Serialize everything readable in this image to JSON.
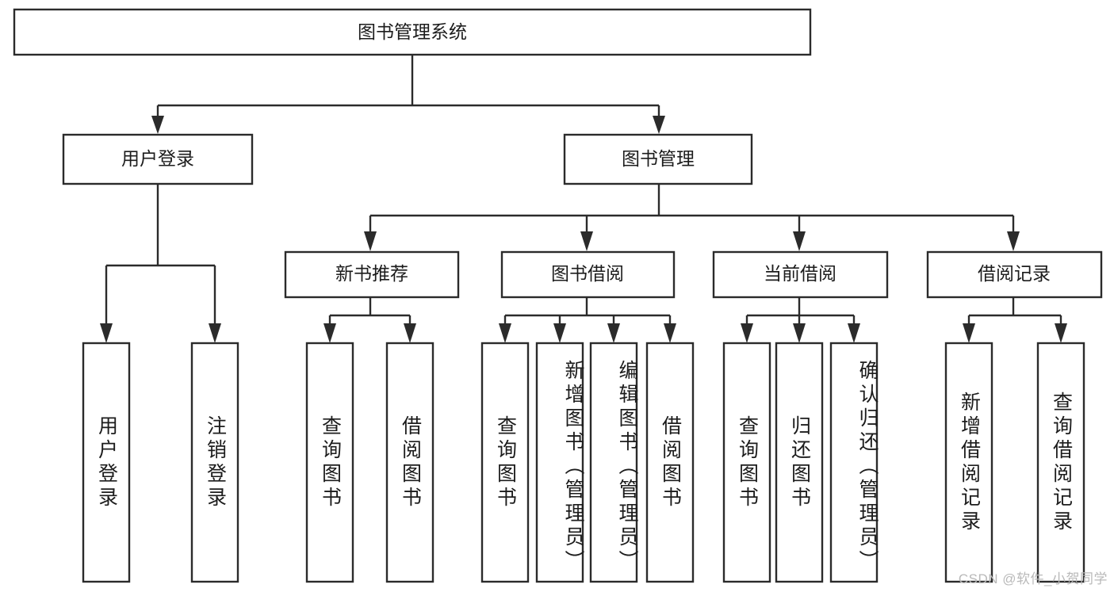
{
  "diagram": {
    "type": "tree-flowchart",
    "title": "图书管理系统",
    "watermark": "CSDN @软件_小贺同学",
    "colors": {
      "stroke": "#2b2b2b",
      "fill": "#ffffff",
      "text": "#1c1c1c",
      "watermark": "#b9b9b9",
      "background": "#ffffff"
    },
    "levels": {
      "root_label": "图书管理系统",
      "level2": [
        {
          "id": "user-login",
          "label": "用户登录"
        },
        {
          "id": "book-manage",
          "label": "图书管理"
        }
      ],
      "level3": [
        {
          "id": "new-book-recommend",
          "label": "新书推荐",
          "parent": "book-manage"
        },
        {
          "id": "book-borrow",
          "label": "图书借阅",
          "parent": "book-manage"
        },
        {
          "id": "current-borrow",
          "label": "当前借阅",
          "parent": "book-manage"
        },
        {
          "id": "borrow-record",
          "label": "借阅记录",
          "parent": "book-manage"
        }
      ],
      "leaves": [
        {
          "id": "leaf-user-login",
          "label": "用户登录",
          "parent": "user-login"
        },
        {
          "id": "leaf-logout-login",
          "label": "注销登录",
          "parent": "user-login"
        },
        {
          "id": "leaf-query-book-1",
          "label": "查询图书",
          "parent": "new-book-recommend"
        },
        {
          "id": "leaf-borrow-book-1",
          "label": "借阅图书",
          "parent": "new-book-recommend"
        },
        {
          "id": "leaf-query-book-2",
          "label": "查询图书",
          "parent": "book-borrow"
        },
        {
          "id": "leaf-add-book",
          "label": "新增图书（管理员）",
          "parent": "book-borrow"
        },
        {
          "id": "leaf-edit-book",
          "label": "编辑图书（管理员）",
          "parent": "book-borrow"
        },
        {
          "id": "leaf-borrow-book-2",
          "label": "借阅图书",
          "parent": "book-borrow"
        },
        {
          "id": "leaf-query-book-3",
          "label": "查询图书",
          "parent": "current-borrow"
        },
        {
          "id": "leaf-return-book",
          "label": "归还图书",
          "parent": "current-borrow"
        },
        {
          "id": "leaf-confirm-return",
          "label": "确认归还（管理员）",
          "parent": "current-borrow"
        },
        {
          "id": "leaf-add-record",
          "label": "新增借阅记录",
          "parent": "borrow-record"
        },
        {
          "id": "leaf-query-record",
          "label": "查询借阅记录",
          "parent": "borrow-record"
        }
      ]
    }
  }
}
